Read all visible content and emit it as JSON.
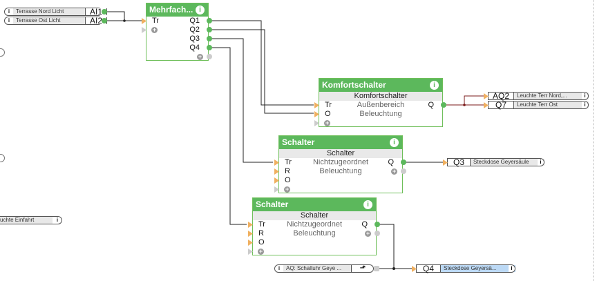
{
  "inputs": [
    {
      "label": "Terrasse Nord Licht",
      "code": "AI1"
    },
    {
      "label": "Terrasse Ost Licht",
      "code": "AI2"
    }
  ],
  "blocks": {
    "mehrfach": {
      "title": "Mehrfach...",
      "inputs": [
        "Tr"
      ],
      "outputs": [
        "Q1",
        "Q2",
        "Q3",
        "Q4"
      ]
    },
    "komfort": {
      "title": "Komfortschalter",
      "subtitle": "Komfortschalter",
      "inputs": [
        "Tr",
        "O"
      ],
      "output": "Q",
      "line1": "Außenbereich",
      "line2": "Beleuchtung"
    },
    "schalter1": {
      "title": "Schalter",
      "subtitle": "Schalter",
      "inputs": [
        "Tr",
        "R",
        "O"
      ],
      "output": "Q",
      "line1": "Nichtzugeordnet",
      "line2": "Beleuchtung"
    },
    "schalter2": {
      "title": "Schalter",
      "subtitle": "Schalter",
      "inputs": [
        "Tr",
        "R",
        "O"
      ],
      "output": "Q",
      "line1": "Nichtzugeordnet",
      "line2": "Beleuchtung"
    }
  },
  "outputs": [
    {
      "code": "AQ2",
      "label": "Leuchte Terr Nord,..."
    },
    {
      "code": "Q7",
      "label": "Leuchte Terr Ost"
    },
    {
      "code": "Q3",
      "label": "Steckdose Geyersäule"
    },
    {
      "code": "Q4",
      "label": "Steckdose Geyersä...",
      "selected": true
    }
  ],
  "schaltuhr": {
    "label": "AQ: Schaltuhr Geye ..."
  },
  "edge_items": [
    {
      "label": "uchte Einfahrt"
    }
  ],
  "info_glyph": "i",
  "plus_glyph": "+",
  "colors": {
    "block_header": "#5cb85c",
    "input_pin": "#f0b060",
    "wire": "#222222",
    "wire_red": "#7a1a1a",
    "selected_output": "#bcd9f5"
  }
}
